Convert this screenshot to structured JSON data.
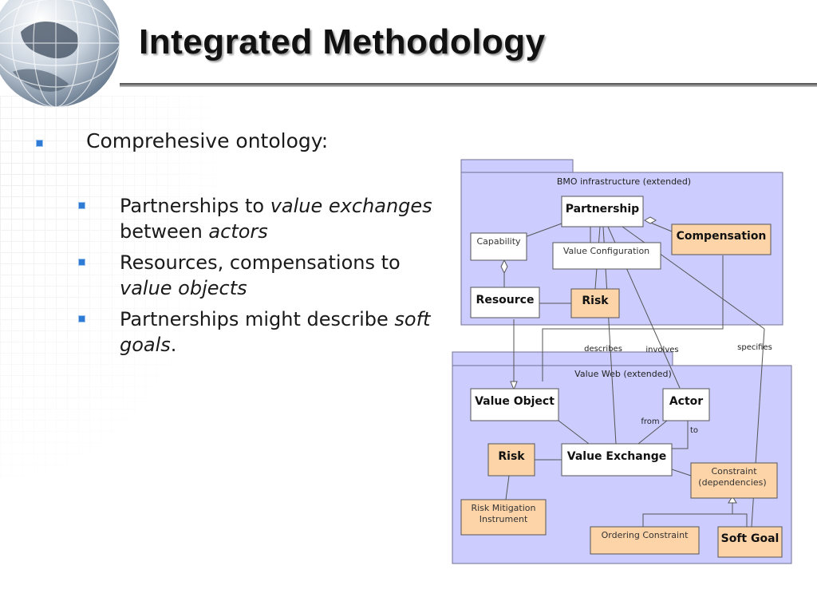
{
  "title": "Integrated Methodology",
  "bullets": {
    "level1": "Comprehesive ontology:",
    "items": [
      {
        "parts": [
          {
            "t": "Partnerships to ",
            "i": false
          },
          {
            "t": "value exchanges",
            "i": true
          },
          {
            "t": " between ",
            "i": false
          },
          {
            "t": "actors",
            "i": true
          }
        ]
      },
      {
        "parts": [
          {
            "t": "Resources, compensations to ",
            "i": false
          },
          {
            "t": "value objects",
            "i": true
          }
        ]
      },
      {
        "parts": [
          {
            "t": "Partnerships might describe ",
            "i": false
          },
          {
            "t": "soft goals",
            "i": true
          },
          {
            "t": ".",
            "i": false
          }
        ]
      }
    ]
  },
  "diagram": {
    "packages": {
      "bmo": "BMO infrastructure (extended)",
      "valueweb": "Value Web (extended)"
    },
    "boxes": {
      "partnership": "Partnership",
      "capability": "Capability",
      "value_configuration": "Value Configuration",
      "compensation": "Compensation",
      "resource": "Resource",
      "risk_top": "Risk",
      "value_object": "Value Object",
      "actor": "Actor",
      "risk_bottom": "Risk",
      "value_exchange": "Value Exchange",
      "constraint_line1": "Constraint",
      "constraint_line2": "(dependencies)",
      "risk_mitigation_line1": "Risk Mitigation",
      "risk_mitigation_line2": "Instrument",
      "ordering_constraint": "Ordering Constraint",
      "soft_goal": "Soft Goal"
    },
    "labels": {
      "describes": "describes",
      "involves": "involves",
      "specifies": "specifies",
      "from": "from",
      "to": "to"
    },
    "colors": {
      "package_fill": "#ccccff",
      "orange_fill": "#fdd4a8",
      "white_fill": "#ffffff",
      "bullet_blue": "#2e7bd6"
    }
  }
}
